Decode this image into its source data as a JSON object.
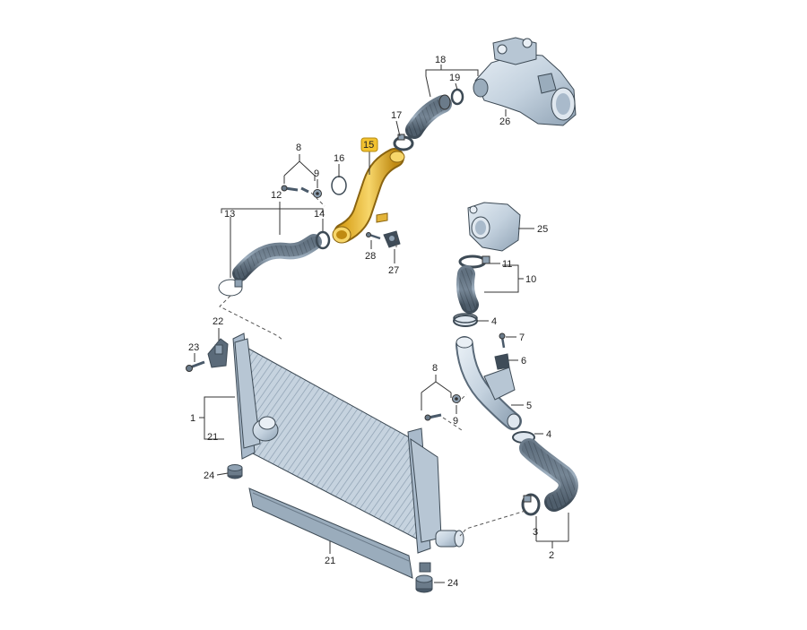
{
  "callouts": [
    {
      "id": "c1",
      "text": "1"
    },
    {
      "id": "c2",
      "text": "2"
    },
    {
      "id": "c3",
      "text": "3"
    },
    {
      "id": "c4a",
      "text": "4"
    },
    {
      "id": "c4b",
      "text": "4"
    },
    {
      "id": "c5",
      "text": "5"
    },
    {
      "id": "c6",
      "text": "6"
    },
    {
      "id": "c7",
      "text": "7"
    },
    {
      "id": "c8a",
      "text": "8"
    },
    {
      "id": "c8b",
      "text": "8"
    },
    {
      "id": "c9a",
      "text": "9"
    },
    {
      "id": "c9b",
      "text": "9"
    },
    {
      "id": "c10",
      "text": "10"
    },
    {
      "id": "c11",
      "text": "11"
    },
    {
      "id": "c12",
      "text": "12"
    },
    {
      "id": "c13",
      "text": "13"
    },
    {
      "id": "c14",
      "text": "14"
    },
    {
      "id": "c15",
      "text": "15"
    },
    {
      "id": "c16",
      "text": "16"
    },
    {
      "id": "c17",
      "text": "17"
    },
    {
      "id": "c18",
      "text": "18"
    },
    {
      "id": "c19",
      "text": "19"
    },
    {
      "id": "c21a",
      "text": "21"
    },
    {
      "id": "c21b",
      "text": "21"
    },
    {
      "id": "c22",
      "text": "22"
    },
    {
      "id": "c23",
      "text": "23"
    },
    {
      "id": "c24a",
      "text": "24"
    },
    {
      "id": "c24b",
      "text": "24"
    },
    {
      "id": "c25",
      "text": "25"
    },
    {
      "id": "c26",
      "text": "26"
    },
    {
      "id": "c27",
      "text": "27"
    },
    {
      "id": "c28",
      "text": "28"
    }
  ],
  "colors": {
    "highlight_part": "#f2c230",
    "highlight_badge": "#f2c230",
    "part_fill": "#c9d6e3",
    "part_shade": "#a9bacb",
    "part_dark": "#4a5a6a",
    "line": "#333333"
  }
}
